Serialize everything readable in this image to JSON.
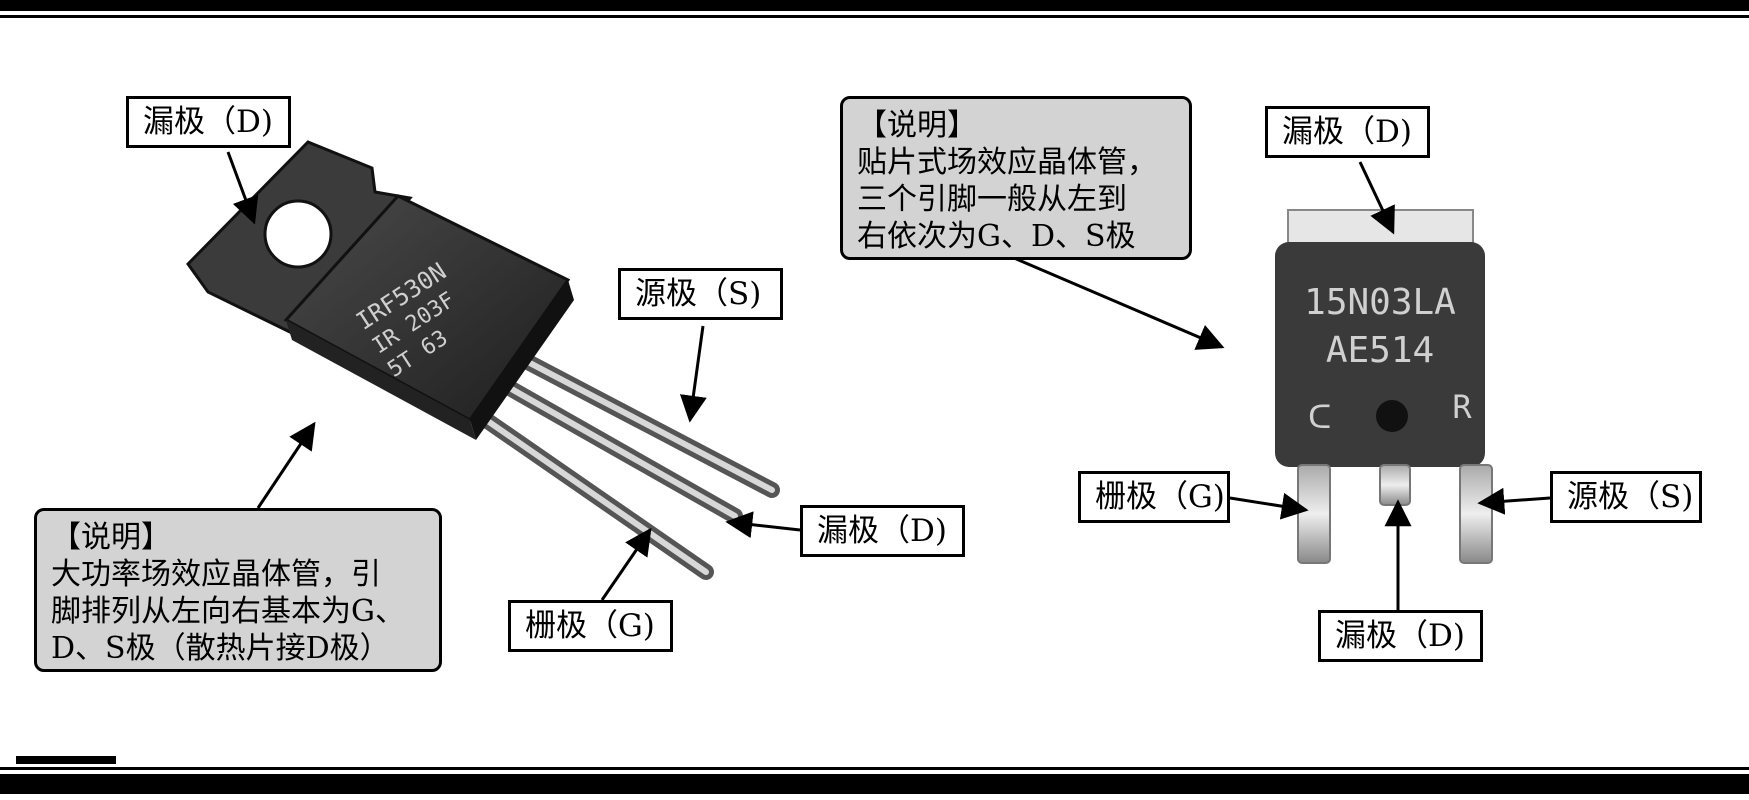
{
  "left": {
    "part_marking": [
      "IRF530N",
      "IR 203F",
      "5T 63"
    ],
    "labels": {
      "tab_drain": "漏极（D)",
      "source": "源极（S)",
      "drain": "漏极（D)",
      "gate": "栅极（G)"
    },
    "note": {
      "title": "【说明】",
      "lines": [
        "大功率场效应晶体管，引",
        "脚排列从左向右基本为G、",
        "D、S极（散热片接D极）"
      ]
    }
  },
  "right": {
    "part_marking": [
      "15N03LA",
      "AE514",
      "R"
    ],
    "labels": {
      "tab_drain": "漏极（D)",
      "gate": "栅极（G)",
      "source": "源极（S)",
      "drain": "漏极（D)"
    },
    "note": {
      "title": "【说明】",
      "lines": [
        "贴片式场效应晶体管，",
        "三个引脚一般从左到",
        "右依次为G、D、S极"
      ]
    }
  }
}
